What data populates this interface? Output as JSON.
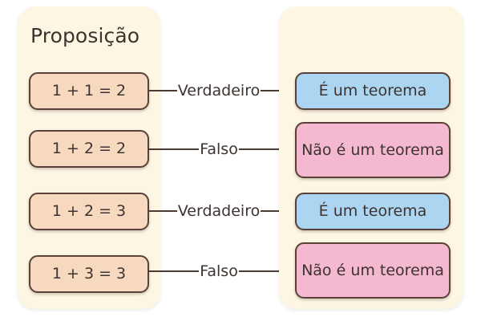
{
  "diagram": {
    "title": "Proposição",
    "colors": {
      "page_background": "#ffffff",
      "panel_background": "#fcf6e3",
      "proposition_fill": "#f7d9c0",
      "theorem_fill": "#abd5f0",
      "not_theorem_fill": "#f4b8d0",
      "border": "#5a4038",
      "text": "#3d3330",
      "connector": "#4a3b35"
    },
    "propositions": [
      {
        "text": "1 + 1 = 2"
      },
      {
        "text": "1 + 2 = 2"
      },
      {
        "text": "1 + 2 = 3"
      },
      {
        "text": "1 + 3 = 3"
      }
    ],
    "connectors": [
      {
        "label": "Verdadeiro"
      },
      {
        "label": "Falso"
      },
      {
        "label": "Verdadeiro"
      },
      {
        "label": "Falso"
      }
    ],
    "results": [
      {
        "text": "É um teorema",
        "kind": "theorem"
      },
      {
        "text": "Não é um teorema",
        "kind": "not-theorem"
      },
      {
        "text": "É um teorema",
        "kind": "theorem"
      },
      {
        "text": "Não é um teorema",
        "kind": "not-theorem"
      }
    ]
  }
}
